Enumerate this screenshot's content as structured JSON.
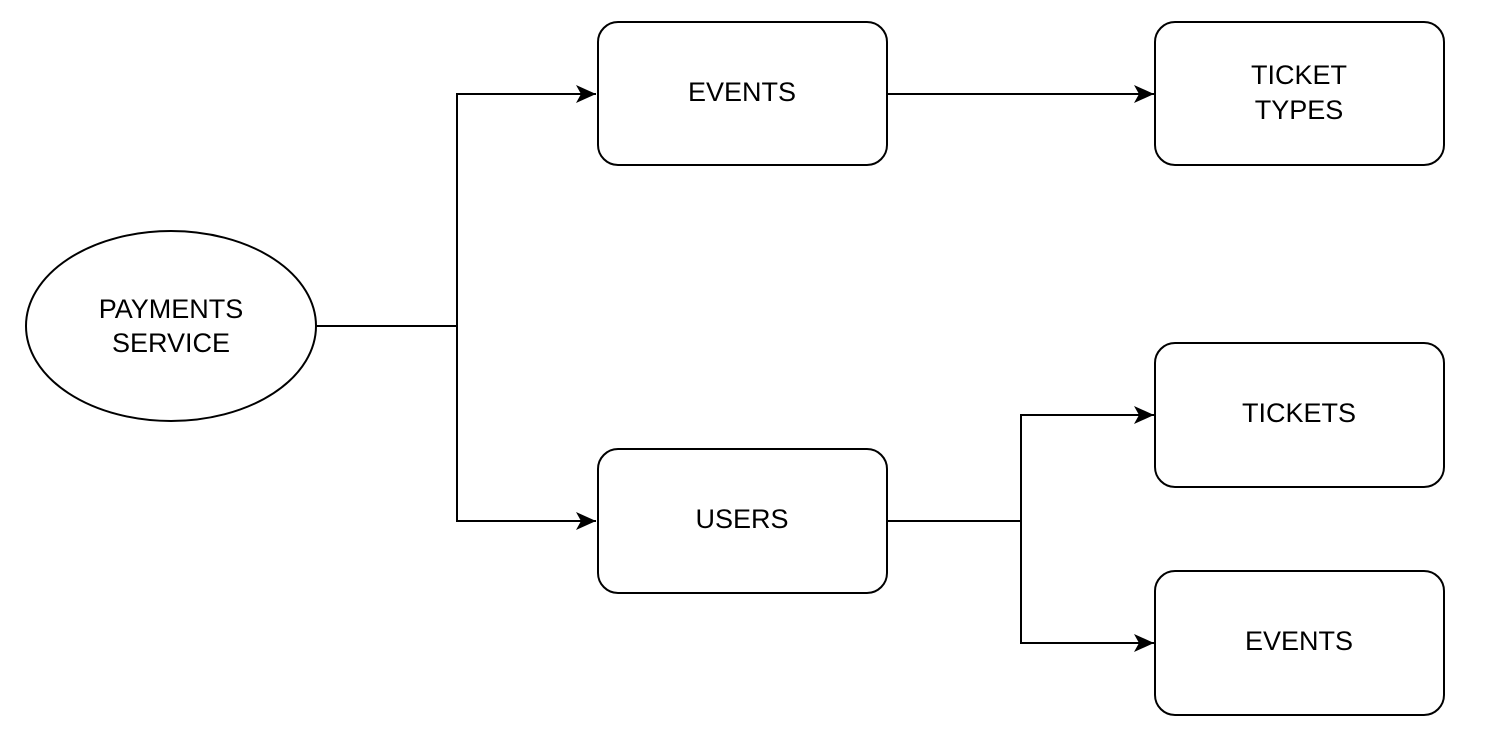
{
  "diagram": {
    "nodes": {
      "payments_service": {
        "line1": "PAYMENTS",
        "line2": "SERVICE"
      },
      "events_top": {
        "label": "EVENTS"
      },
      "ticket_types": {
        "line1": "TICKET",
        "line2": "TYPES"
      },
      "users": {
        "label": "USERS"
      },
      "tickets": {
        "label": "TICKETS"
      },
      "events_bottom": {
        "label": "EVENTS"
      }
    },
    "edges": [
      {
        "from": "PAYMENTS SERVICE",
        "to": "EVENTS"
      },
      {
        "from": "PAYMENTS SERVICE",
        "to": "USERS"
      },
      {
        "from": "EVENTS",
        "to": "TICKET TYPES"
      },
      {
        "from": "USERS",
        "to": "TICKETS"
      },
      {
        "from": "USERS",
        "to": "EVENTS"
      }
    ],
    "colors": {
      "stroke": "#000000",
      "fill": "#ffffff",
      "text": "#000000"
    }
  }
}
